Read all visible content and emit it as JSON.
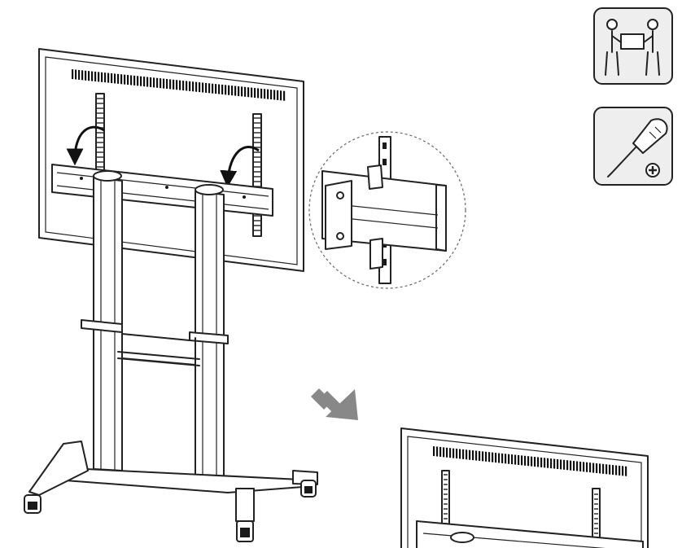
{
  "illustration": {
    "steps": [
      "tv-lift-onto-rails",
      "magnified-hook-detail",
      "result-mounted-tv"
    ],
    "icons": [
      "two-person-lift-icon",
      "phillips-screwdriver-icon"
    ],
    "colors": {
      "line": "#222222",
      "icon_fill": "#eeeeee",
      "background": "#ffffff",
      "arrow": "#888888"
    }
  }
}
